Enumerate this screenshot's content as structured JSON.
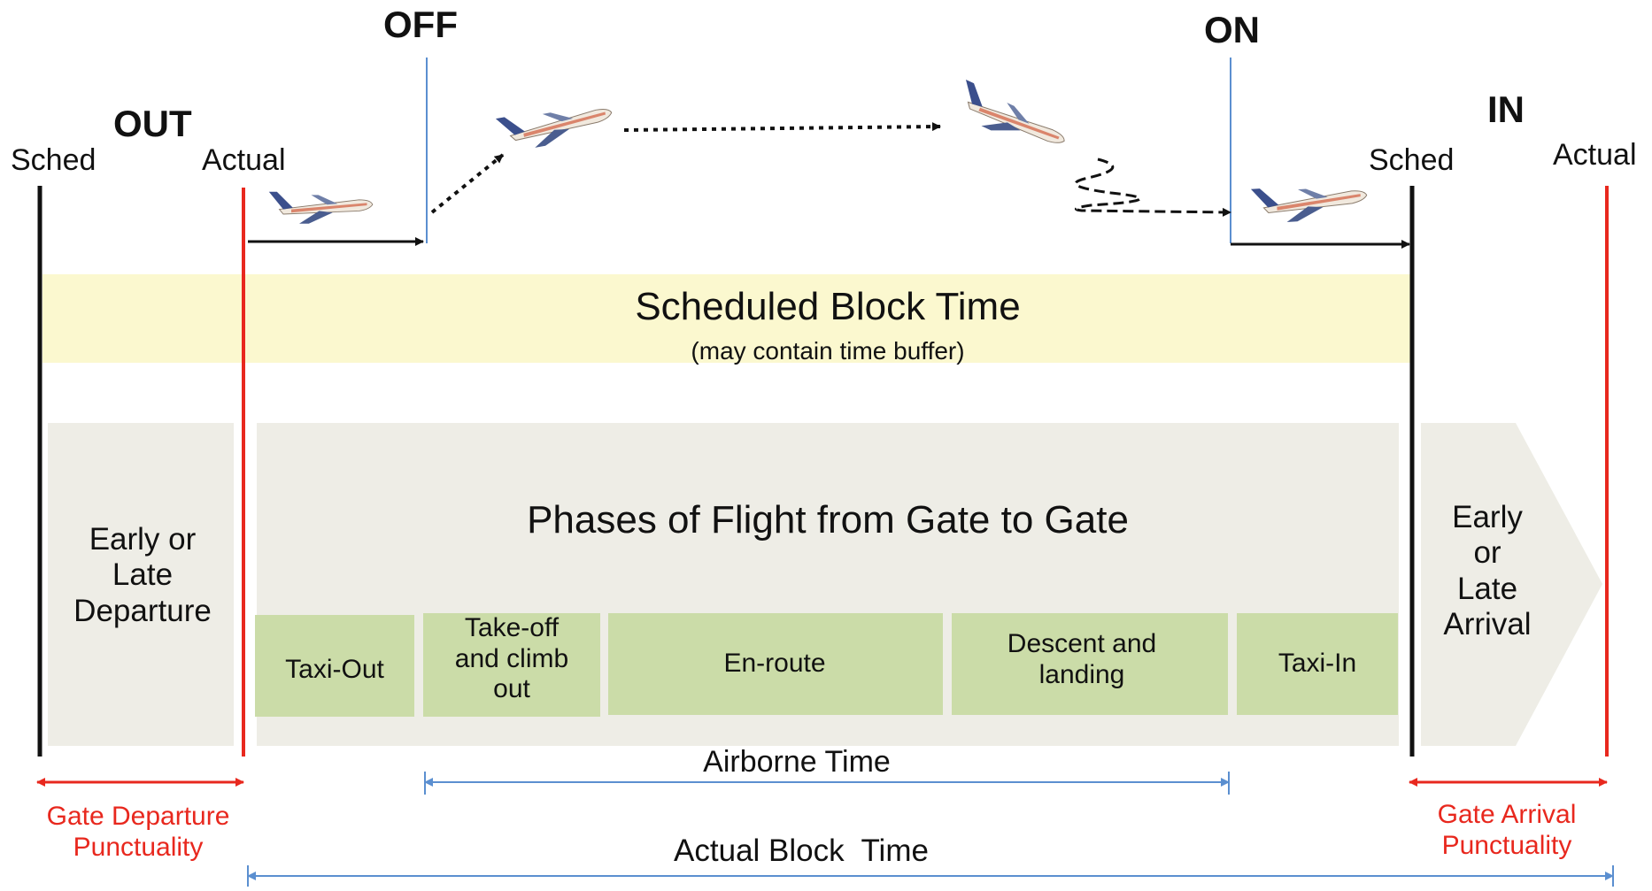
{
  "events": {
    "out": "OUT",
    "off": "OFF",
    "on": "ON",
    "in": "IN"
  },
  "markers": {
    "out_sched": "Sched",
    "out_actual": "Actual",
    "in_sched": "Sched",
    "in_actual": "Actual"
  },
  "scheduled_block": {
    "title": "Scheduled Block Time",
    "subtitle": "(may contain time buffer)"
  },
  "phases_title": "Phases of Flight from Gate to Gate",
  "departure_block": "Early or\nLate\nDeparture",
  "arrival_block": "Early\nor\nLate\nArrival",
  "phases": [
    "Taxi-Out",
    "Take-off\nand climb\nout",
    "En-route",
    "Descent and\nlanding",
    "Taxi-In"
  ],
  "measures": {
    "airborne": "Airborne Time",
    "actual_block": "Actual Block  Time",
    "gate_departure": "Gate Departure\nPunctuality",
    "gate_arrival": "Gate Arrival\nPunctuality"
  },
  "icons": [
    "airplane-icon"
  ],
  "colors": {
    "sched_line": "#111111",
    "actual_line": "#e8281e",
    "scheduled_band": "#fbf8cf",
    "phase_band": "#eeede6",
    "phase_box": "#cbdca8",
    "measure_line": "#5b8fd0",
    "punctuality": "#e8281e"
  }
}
